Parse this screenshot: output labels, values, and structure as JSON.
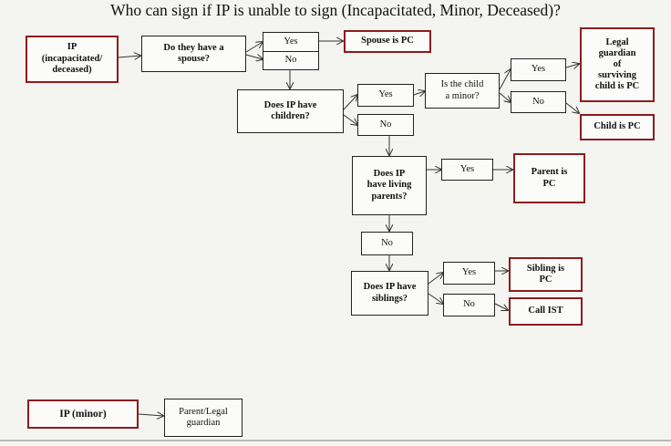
{
  "title": "Who can sign if IP is unable to sign (Incapacitated, Minor, Deceased)?",
  "nodes": {
    "ip_incapacitated": "IP\n(incapacitated/\ndeceased)",
    "spouse_question": "Do they have a\nspouse?",
    "spouse_yes": "Yes",
    "spouse_no": "No",
    "spouse_pc": "Spouse is PC",
    "children_question": "Does IP have\nchildren?",
    "children_yes": "Yes",
    "children_no": "No",
    "child_minor_question": "Is the child\na minor?",
    "minor_yes": "Yes",
    "minor_no": "No",
    "legal_guardian_pc": "Legal\nguardian\nof\nsurviving\nchild is PC",
    "child_pc": "Child is PC",
    "parents_question": "Does IP\nhave living\nparents?",
    "parents_yes": "Yes",
    "parent_pc": "Parent is\nPC",
    "parents_no": "No",
    "siblings_question": "Does IP have\nsiblings?",
    "siblings_yes": "Yes",
    "sibling_pc": "Sibling is\nPC",
    "siblings_no": "No",
    "call_ist": "Call IST",
    "ip_minor": "IP (minor)",
    "parent_legal_guardian": "Parent/Legal\nguardian"
  },
  "colors": {
    "terminal_border": "#8b1d1d",
    "line": "#333333"
  }
}
